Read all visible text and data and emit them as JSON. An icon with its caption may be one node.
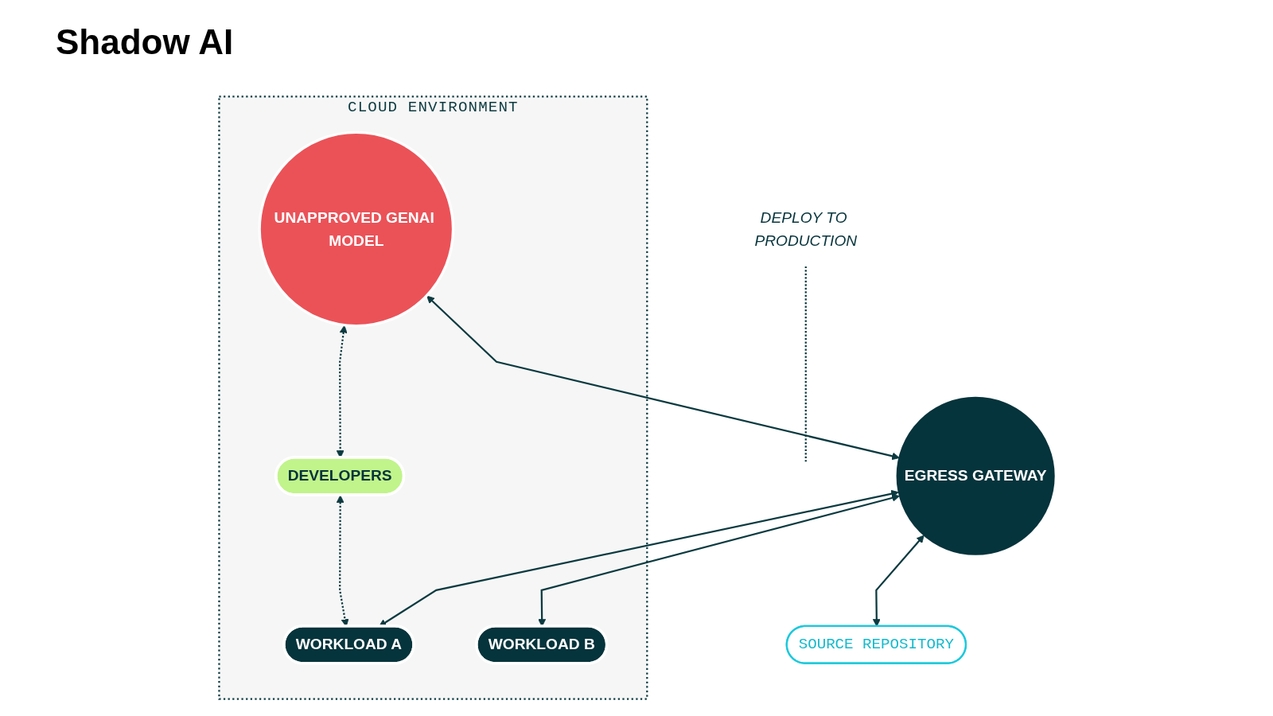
{
  "diagram": {
    "title": "Shadow AI",
    "nodes": [
      {
        "text": [
          "CLOUD ENVIRONMENT"
        ]
      },
      {
        "text": [
          "UNAPPROVED GENAI MODEL"
        ],
        "in": 0
      },
      {
        "text": [
          "DEVELOPERS"
        ],
        "in": 0
      },
      {
        "text": [
          "WORKLOAD A"
        ],
        "in": 0
      },
      {
        "text": [
          "WORKLOAD B"
        ],
        "in": 0
      },
      {
        "text": [
          "EGRESS GATEWAY"
        ]
      },
      {
        "text": [
          "DEPLOY TO PRODUCTION"
        ]
      },
      {
        "text": [
          "SOURCE REPOSITORY"
        ]
      }
    ],
    "edges": [
      {
        "from": 1,
        "to": 5,
        "arrow": "both"
      },
      {
        "from": 1,
        "to": 2,
        "arrow": "both",
        "style": "dashed"
      },
      {
        "from": 2,
        "to": 3,
        "arrow": "both",
        "style": "dashed"
      },
      {
        "from": 5,
        "to": 3,
        "arrow": "both"
      },
      {
        "from": 5,
        "to": 4,
        "arrow": "both"
      },
      {
        "from": 5,
        "to": 7,
        "arrow": "both"
      },
      {
        "from": 6,
        "to": null,
        "arrow": "none",
        "style": "dashed"
      }
    ]
  }
}
